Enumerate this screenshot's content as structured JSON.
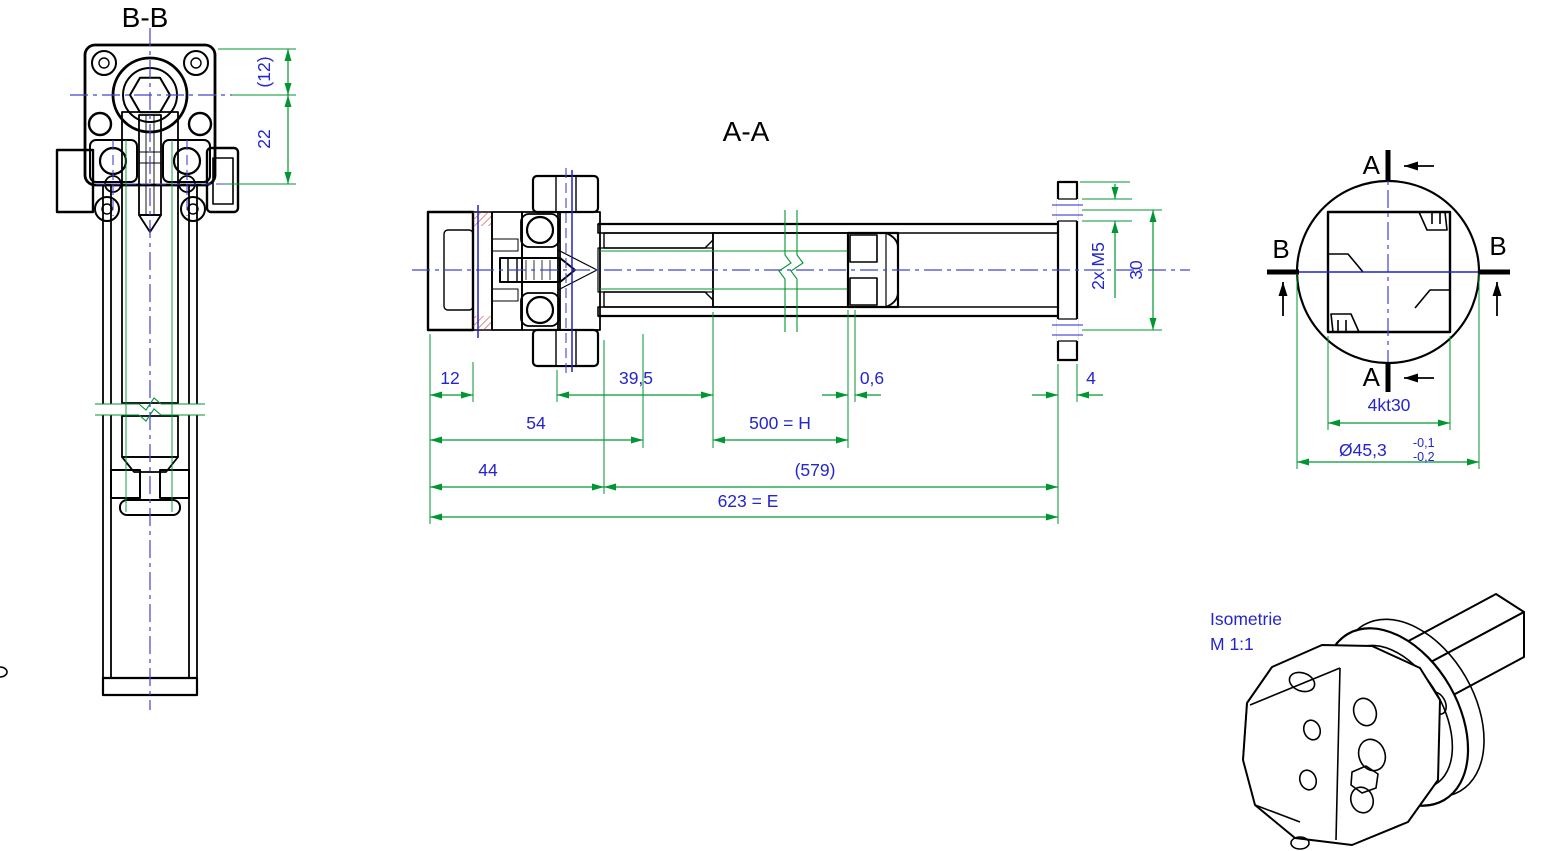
{
  "drawing": {
    "type": "technical-drawing",
    "labels": {
      "section_bb": "B-B",
      "section_aa": "A-A",
      "cut_a": "A",
      "cut_b": "B",
      "iso_title": "Isometrie",
      "iso_scale": "M 1:1"
    },
    "dims_bb": {
      "offset": "(12)",
      "height": "22"
    },
    "dims_aa": {
      "d12": "12",
      "d39_5": "39,5",
      "d0_6": "0,6",
      "d4": "4",
      "d54": "54",
      "d500": "500 = H",
      "d44": "44",
      "d579": "(579)",
      "d623": "623 = E",
      "thread": "2x M5",
      "d30": "30"
    },
    "dims_view": {
      "square": "4kt30",
      "diameter": "Ø45,3",
      "tol_upper": "-0,1",
      "tol_lower": "-0,2"
    },
    "colors": {
      "outline": "#000000",
      "hatch": "#cd2626",
      "dimension": "#009632",
      "dim_text": "#2525cd",
      "centerline": "#4444cc"
    }
  }
}
